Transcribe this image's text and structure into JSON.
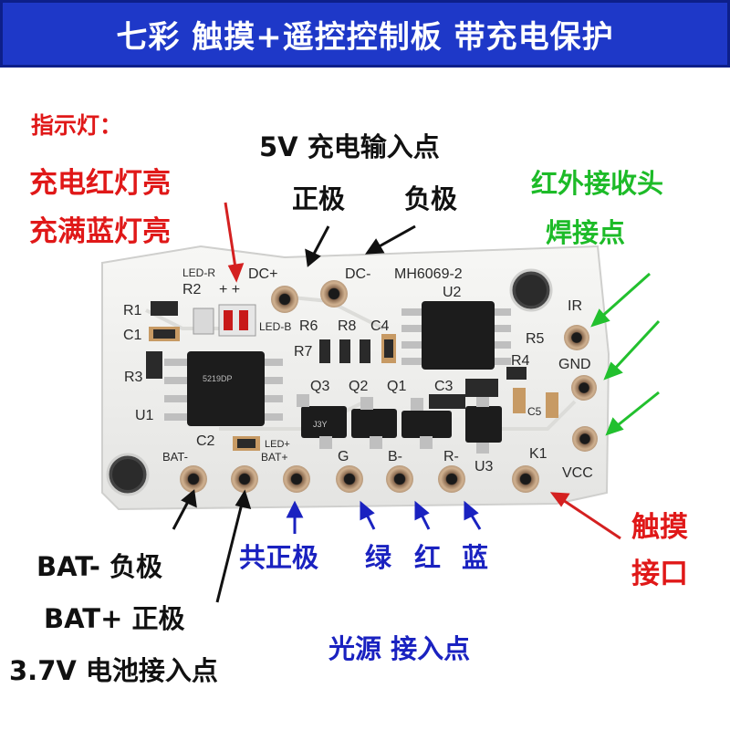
{
  "banner": {
    "title": "七彩 触摸+遥控控制板 带充电保护"
  },
  "labels": {
    "indicator_title": "指示灯：",
    "indicator_red": "充电红灯亮",
    "indicator_blue": "充满蓝灯亮",
    "charge_input": "5V 充电输入点",
    "positive": "正极",
    "negative": "负极",
    "ir_receiver": "红外接收头",
    "solder_point": "焊接点",
    "touch": "触摸",
    "touch_port": "接口",
    "bat_neg": "BAT- 负极",
    "bat_pos": "BAT+ 正极",
    "battery_input": "3.7V 电池接入点",
    "common_pos": "共正极",
    "green": "绿",
    "red": "红",
    "blue": "蓝",
    "light_source": "光源 接入点"
  },
  "board": {
    "silkscreen": {
      "led_r": "LED-R",
      "r2": "R2",
      "plus_plus": "+ +",
      "dc_plus": "DC+",
      "dc_minus": "DC-",
      "chip_u2": "MH6069-2",
      "u2": "U2",
      "r1": "R1",
      "c1": "C1",
      "led_b": "LED-B",
      "r6": "R6",
      "r8": "R8",
      "c4": "C4",
      "r7": "R7",
      "r3": "R3",
      "u1": "U1",
      "q3": "Q3",
      "q2": "Q2",
      "q1": "Q1",
      "c3": "C3",
      "r5": "R5",
      "r4": "R4",
      "ir": "IR",
      "gnd": "GND",
      "c5": "C5",
      "u3": "U3",
      "vcc": "VCC",
      "k1": "K1",
      "c2": "C2",
      "led_plus": "LED+",
      "bat_minus": "BAT-",
      "bat_plus": "BAT+",
      "g": "G",
      "b": "B-",
      "r": "R-"
    },
    "chip_u1_marking": "5219DP",
    "transistor_marking": "J3Y"
  },
  "colors": {
    "banner": "#1e38c8",
    "red_label": "#e01818",
    "green_label": "#1dbb28",
    "blue_label": "#1a22c0",
    "board": "#f2f2f0",
    "pad": "#c8a98a"
  }
}
